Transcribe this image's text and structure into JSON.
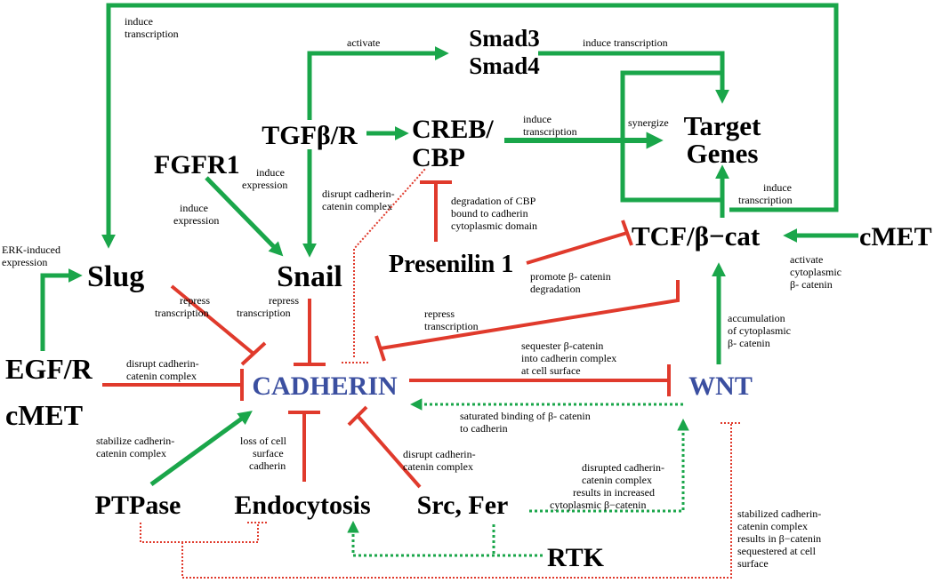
{
  "nodes": {
    "smad": [
      "Smad3",
      "Smad4"
    ],
    "tgf": "TGFβ/R",
    "creb": [
      "CREB/",
      "CBP"
    ],
    "target": [
      "Target",
      "Genes"
    ],
    "fgfr1": "FGFR1",
    "tcf": "TCF/β−cat",
    "cmet_right": "cMET",
    "slug": "Slug",
    "snail": "Snail",
    "presenilin": "Presenilin 1",
    "egf": "EGF/R",
    "cmet_left": "cMET",
    "cadherin": "CADHERIN",
    "wnt": "WNT",
    "ptpase": "PTPase",
    "endocytosis": "Endocytosis",
    "src": "Src, Fer",
    "rtk": "RTK"
  },
  "labels": {
    "induce_transcription_top": [
      "induce",
      "transcription"
    ],
    "activate": "activate",
    "induce_transcription_smad": "induce transcription",
    "induce_transcription_creb": [
      "induce",
      "transcription"
    ],
    "synergize": "synergize",
    "induce_expression_tgf": [
      "induce",
      "expression"
    ],
    "induce_expression_fgfr": [
      "induce",
      "expression"
    ],
    "disrupt_top": [
      "disrupt cadherin-",
      "catenin complex"
    ],
    "degradation_cbp": [
      "degradation of CBP",
      "bound to cadherin",
      "cytoplasmic domain"
    ],
    "induce_transcription_tcf": [
      "induce",
      "transcription"
    ],
    "erk": [
      "ERK-induced",
      "expression"
    ],
    "activate_cyto": [
      "activate",
      "cytoplasmic",
      "β- catenin"
    ],
    "promote": [
      "promote β- catenin",
      "degradation"
    ],
    "repress_slug": [
      "repress",
      "transcription"
    ],
    "repress_snail": [
      "repress",
      "transcription"
    ],
    "repress_tcf": [
      "repress",
      "transcription"
    ],
    "accumulation": [
      "accumulation",
      "of cytoplasmic",
      "β- catenin"
    ],
    "sequester": [
      "sequester β-catenin",
      "into cadherin complex",
      "at cell surface"
    ],
    "disrupt_egf": [
      "disrupt cadherin-",
      "catenin complex"
    ],
    "saturated": [
      "saturated binding of β- catenin",
      "to cadherin"
    ],
    "stabilize": [
      "stabilize cadherin-",
      "catenin complex"
    ],
    "loss": [
      "loss of cell",
      "surface",
      "cadherin"
    ],
    "disrupt_src": [
      "disrupt cadherin-",
      "catenin complex"
    ],
    "disrupted": [
      "disrupted cadherin-",
      "catenin complex",
      "results in increased",
      "cytoplasmic β−catenin"
    ],
    "stabilized": [
      "stabilized cadherin-",
      "catenin complex",
      "results in β−catenin",
      "sequestered at cell",
      "surface"
    ]
  },
  "colors": {
    "activation": "#1aa64a",
    "inhibition": "#e03a2c",
    "cadherin_text": "#3b4fa0"
  }
}
